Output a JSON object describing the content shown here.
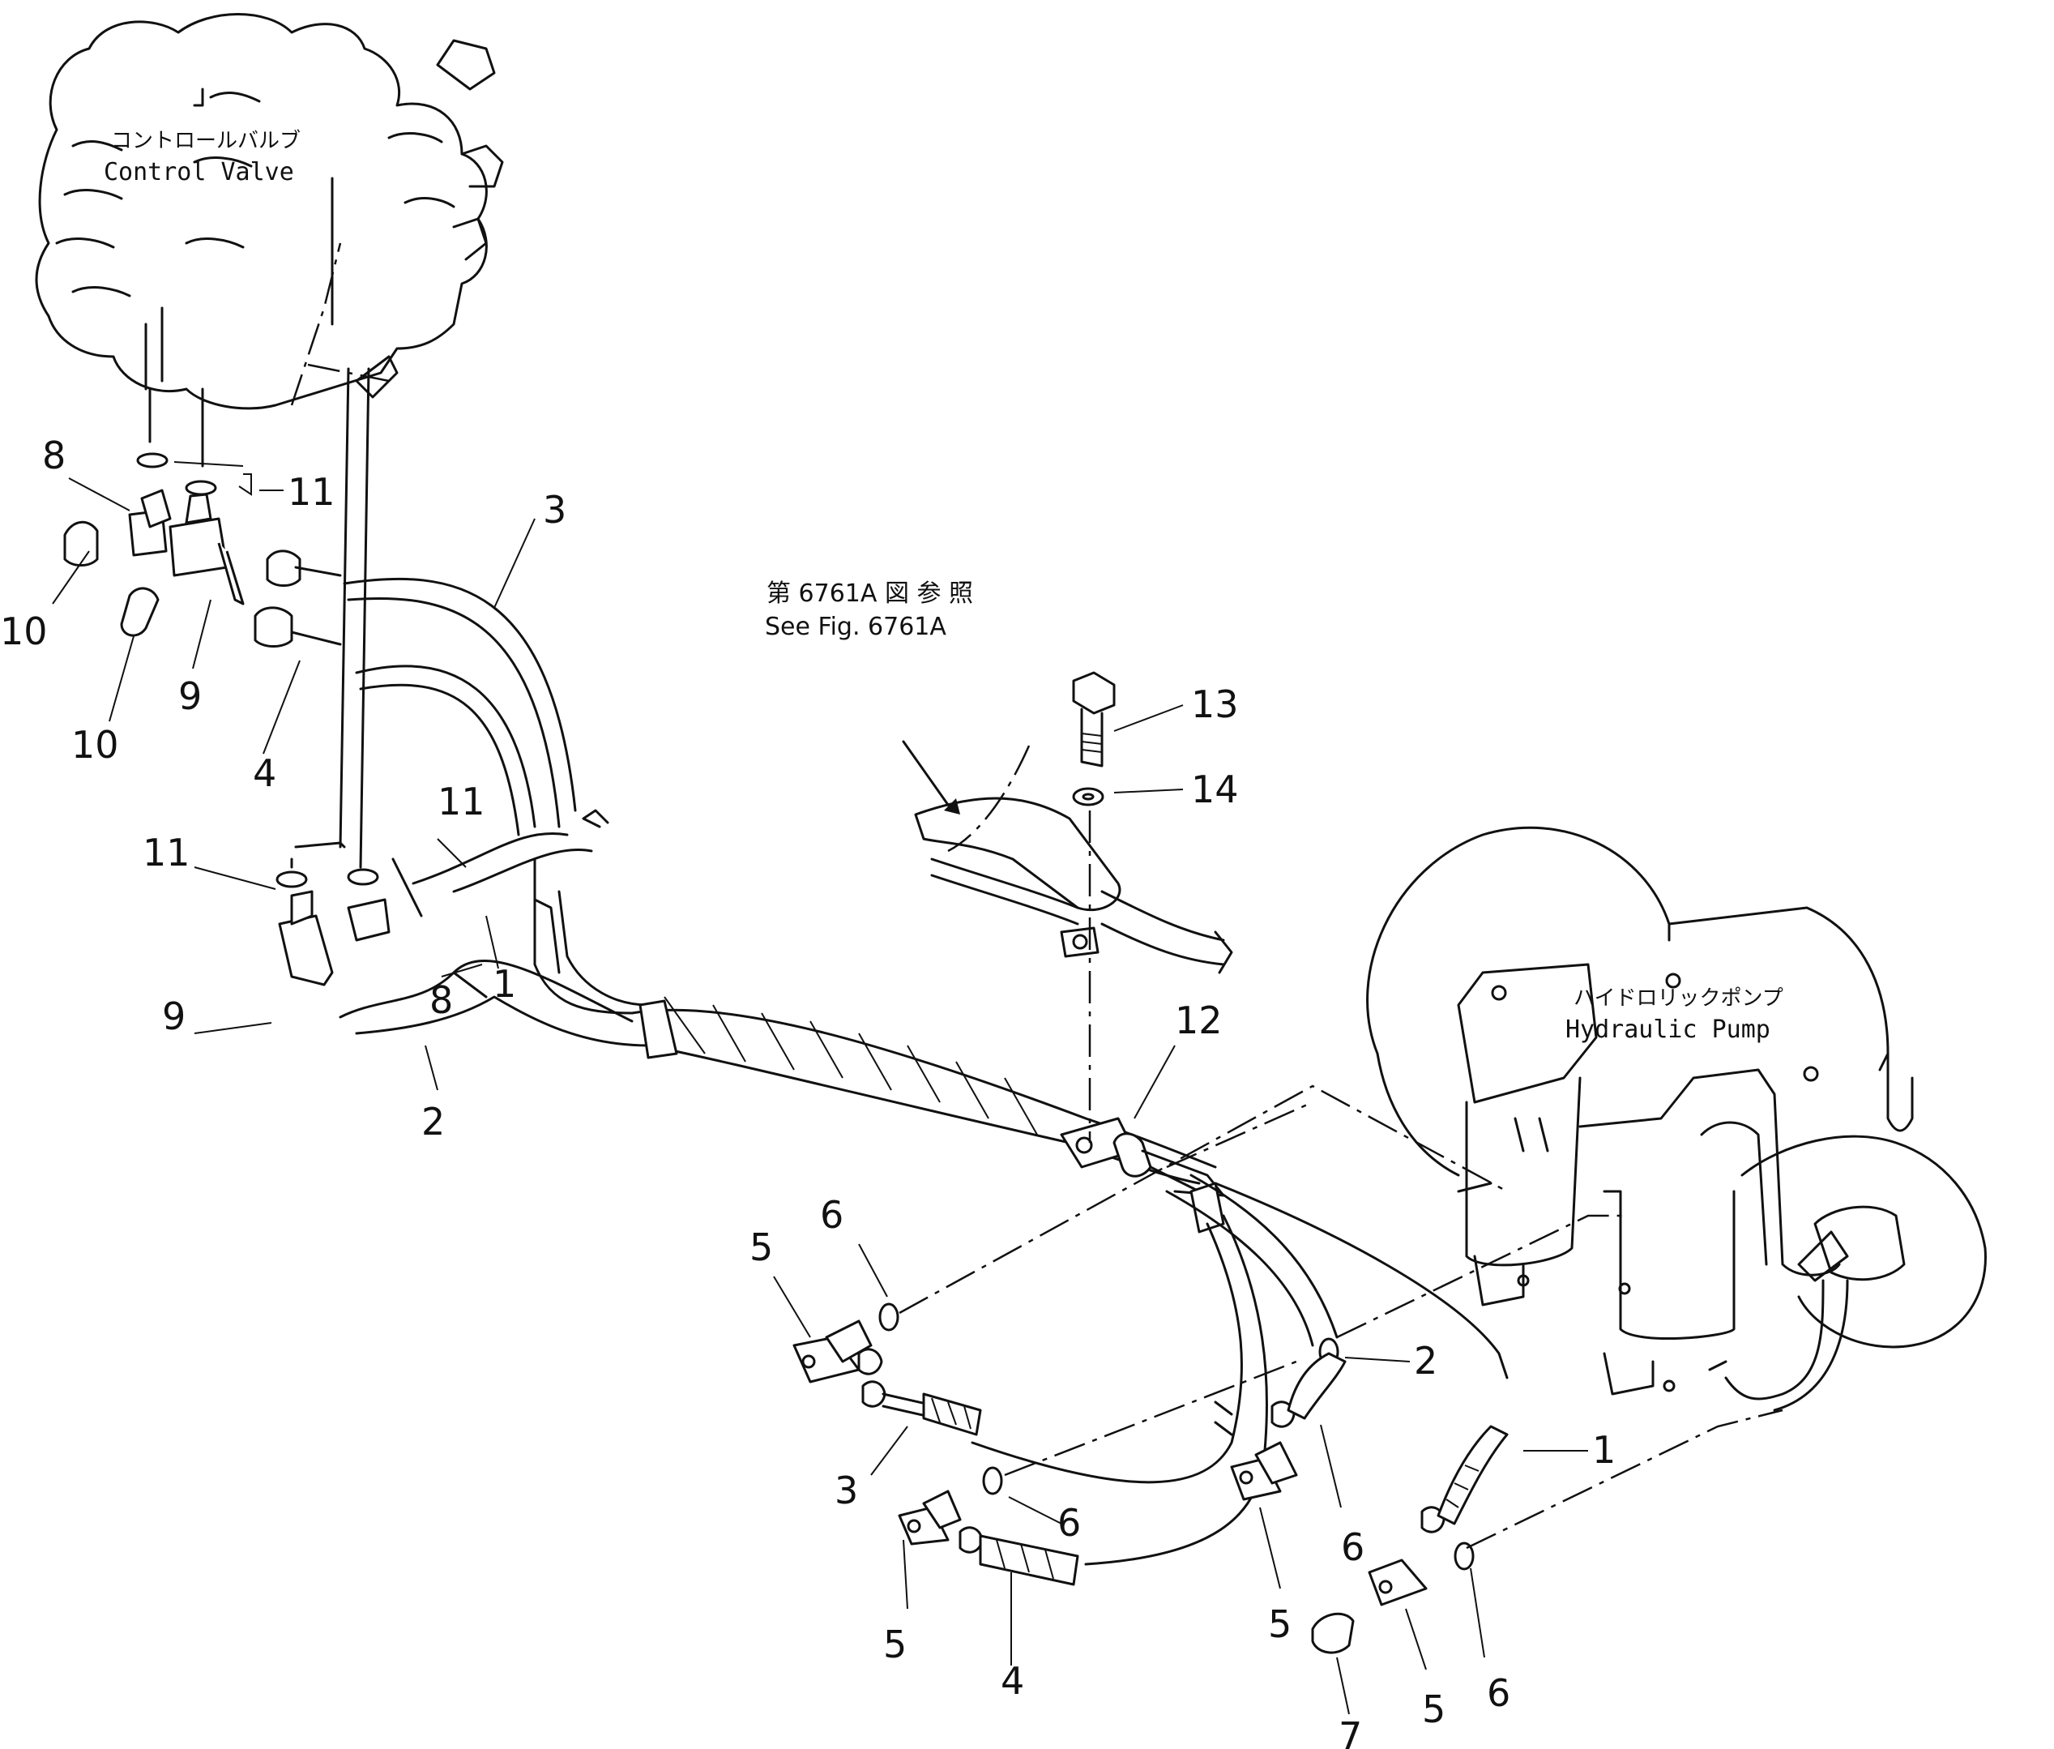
{
  "components": {
    "control_valve": {
      "label_jp": "コントロールバルブ",
      "label_en": "Control Valve"
    },
    "hydraulic_pump": {
      "label_jp": "ハイドロリックポンプ",
      "label_en": "Hydraulic Pump"
    }
  },
  "reference": {
    "jp": "第 6761A 図 参 照",
    "en": "See Fig. 6761A"
  },
  "callouts": [
    {
      "id": "c8a",
      "text": "8"
    },
    {
      "id": "c11a",
      "text": "11"
    },
    {
      "id": "c10a",
      "text": "10"
    },
    {
      "id": "c9a",
      "text": "9"
    },
    {
      "id": "c10b",
      "text": "10"
    },
    {
      "id": "c4a",
      "text": "4"
    },
    {
      "id": "c3a",
      "text": "3"
    },
    {
      "id": "c11b",
      "text": "11"
    },
    {
      "id": "c11c",
      "text": "11"
    },
    {
      "id": "c1a",
      "text": "1"
    },
    {
      "id": "c9b",
      "text": "9"
    },
    {
      "id": "c8b",
      "text": "8"
    },
    {
      "id": "c2a",
      "text": "2"
    },
    {
      "id": "c13",
      "text": "13"
    },
    {
      "id": "c14",
      "text": "14"
    },
    {
      "id": "c12",
      "text": "12"
    },
    {
      "id": "c6a",
      "text": "6"
    },
    {
      "id": "c5a",
      "text": "5"
    },
    {
      "id": "c3b",
      "text": "3"
    },
    {
      "id": "c6b",
      "text": "6"
    },
    {
      "id": "c5b",
      "text": "5"
    },
    {
      "id": "c4b",
      "text": "4"
    },
    {
      "id": "c2b",
      "text": "2"
    },
    {
      "id": "c1b",
      "text": "1"
    },
    {
      "id": "c6c",
      "text": "6"
    },
    {
      "id": "c5c",
      "text": "5"
    },
    {
      "id": "c6d",
      "text": "6"
    },
    {
      "id": "c7",
      "text": "7"
    },
    {
      "id": "c5d",
      "text": "5"
    }
  ]
}
